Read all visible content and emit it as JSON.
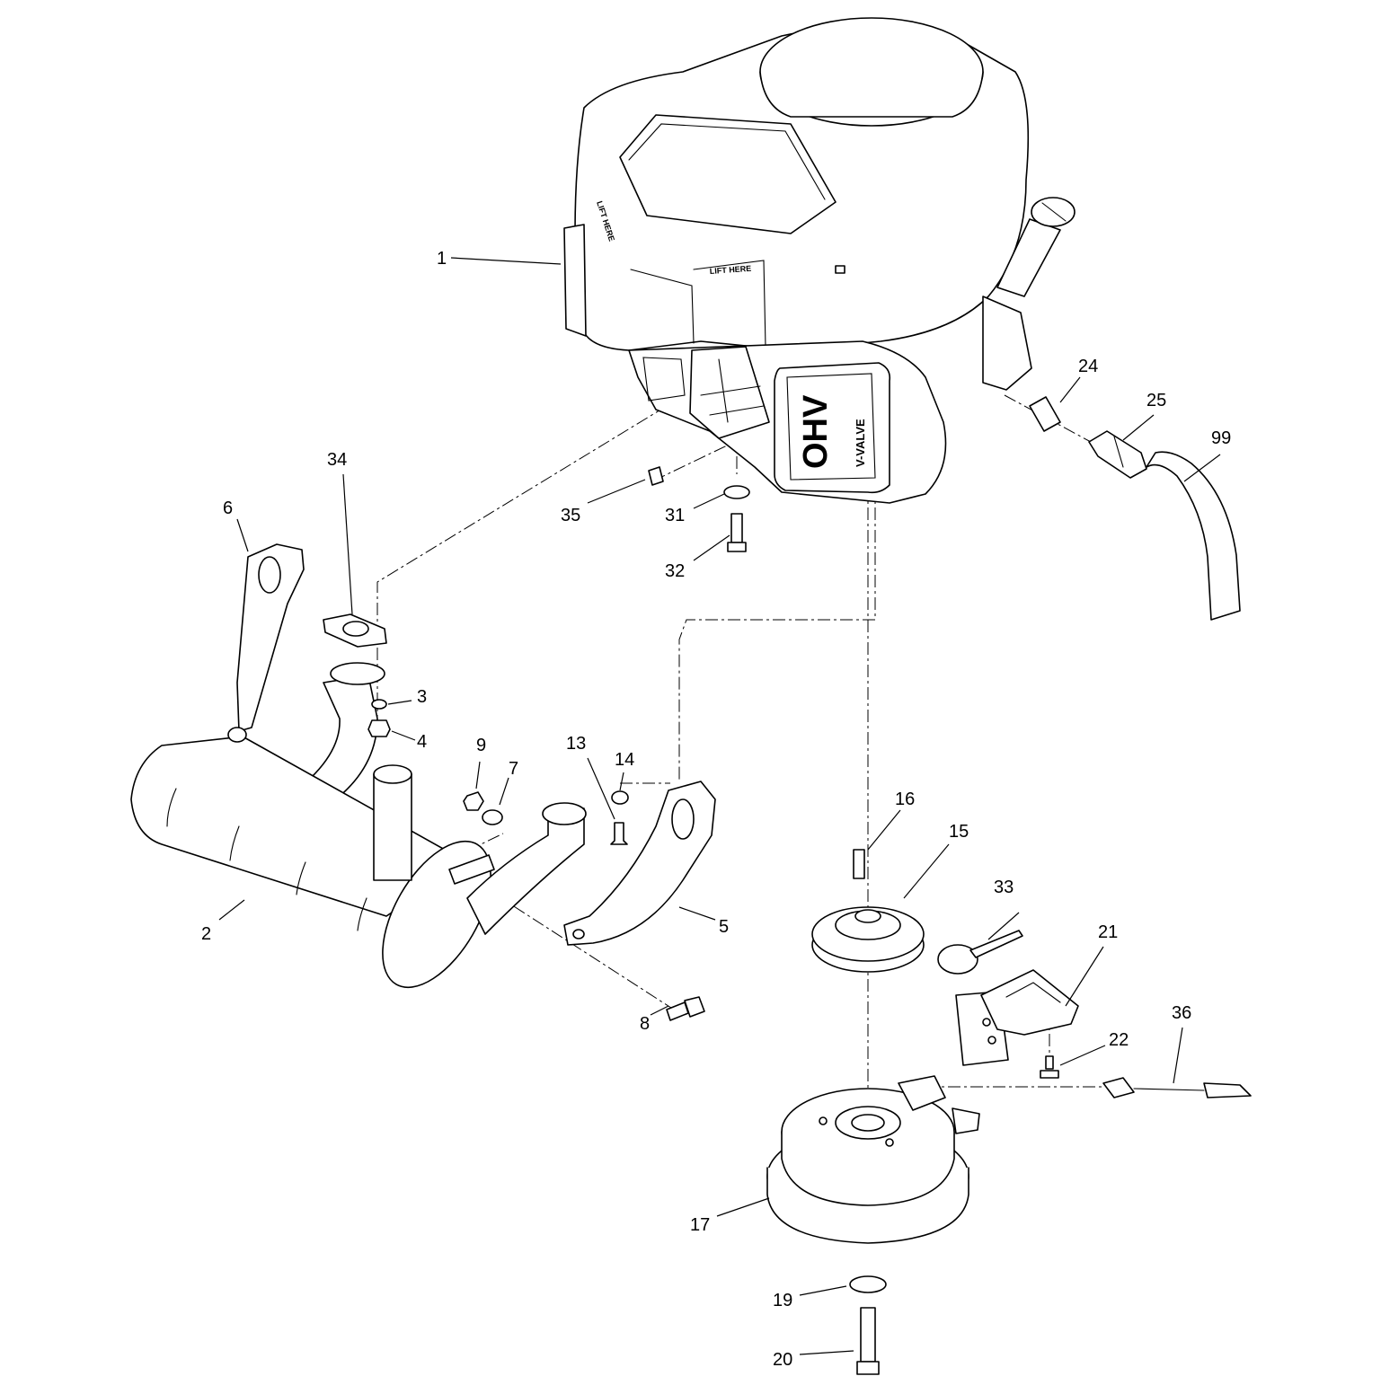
{
  "diagram": {
    "callouts": [
      "1",
      "2",
      "3",
      "4",
      "5",
      "6",
      "7",
      "8",
      "9",
      "13",
      "14",
      "15",
      "16",
      "17",
      "19",
      "20",
      "21",
      "22",
      "24",
      "25",
      "31",
      "32",
      "33",
      "34",
      "35",
      "36",
      "99"
    ],
    "engine_markings": {
      "lift_here": "LIFT HERE",
      "ohv": "OHV",
      "v_valve": "V-VALVE"
    }
  }
}
